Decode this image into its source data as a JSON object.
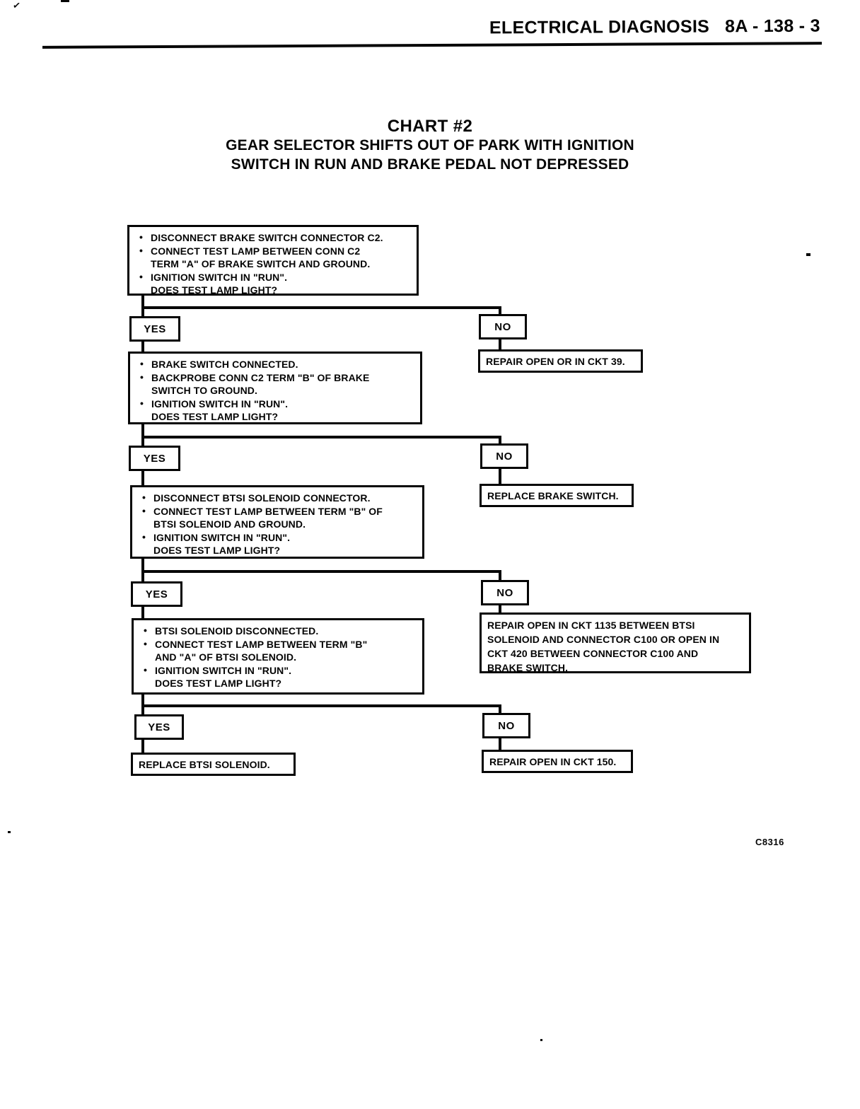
{
  "header": {
    "section": "ELECTRICAL DIAGNOSIS",
    "page": "8A - 138 - 3"
  },
  "title": {
    "chart": "CHART #2",
    "subtitle1": "GEAR SELECTOR SHIFTS OUT OF PARK WITH IGNITION",
    "subtitle2": "SWITCH IN RUN AND BRAKE PEDAL NOT DEPRESSED"
  },
  "labels": {
    "yes": "YES",
    "no": "NO"
  },
  "icons": {
    "bullet": "•",
    "stray_mark": "✓"
  },
  "questions": {
    "q1": {
      "lines": [
        "DISCONNECT BRAKE SWITCH CONNECTOR C2.",
        "CONNECT TEST LAMP BETWEEN CONN C2",
        "TERM \"A\" OF BRAKE SWITCH AND GROUND.",
        "IGNITION SWITCH IN \"RUN\".",
        "DOES TEST LAMP LIGHT?"
      ]
    },
    "q2": {
      "lines": [
        "BRAKE SWITCH CONNECTED.",
        "BACKPROBE CONN C2 TERM \"B\" OF BRAKE",
        "SWITCH TO GROUND.",
        "IGNITION SWITCH IN \"RUN\".",
        "DOES TEST LAMP LIGHT?"
      ]
    },
    "q3": {
      "lines": [
        "DISCONNECT BTSI SOLENOID CONNECTOR.",
        "CONNECT TEST LAMP BETWEEN TERM \"B\" OF",
        "BTSI SOLENOID AND GROUND.",
        "IGNITION SWITCH IN \"RUN\".",
        "DOES TEST LAMP LIGHT?"
      ]
    },
    "q4": {
      "lines": [
        "BTSI SOLENOID DISCONNECTED.",
        "CONNECT TEST LAMP BETWEEN TERM \"B\"",
        "AND  \"A\" OF BTSI SOLENOID.",
        "IGNITION SWITCH IN \"RUN\".",
        "DOES TEST LAMP LIGHT?"
      ]
    }
  },
  "answers": {
    "repair_ckt_39": "REPAIR OPEN OR IN CKT 39.",
    "replace_brake_switch": "REPLACE BRAKE SWITCH.",
    "repair_ckt_1135_lines": [
      "REPAIR OPEN IN CKT 1135 BETWEEN BTSI",
      "SOLENOID AND CONNECTOR C100 OR OPEN IN",
      "CKT 420 BETWEEN CONNECTOR C100 AND",
      "BRAKE SWITCH."
    ],
    "replace_btsi_solenoid": "REPLACE BTSI SOLENOID.",
    "repair_ckt_150": "REPAIR OPEN IN CKT 150."
  },
  "figure_code": "C8316"
}
